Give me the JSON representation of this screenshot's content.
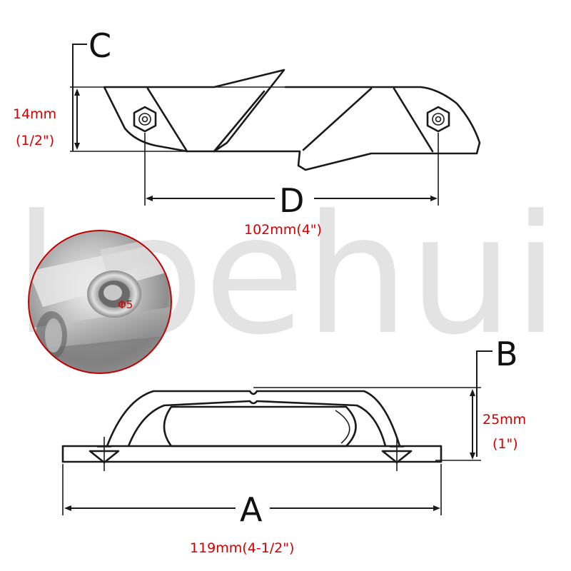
{
  "watermark": "koehui",
  "top_view": {
    "height_letter": "C",
    "height_mm": "14mm",
    "height_in": "(1/2\")",
    "length_letter": "D",
    "length_label": "102mm(4\")"
  },
  "side_view": {
    "height_letter": "B",
    "height_mm": "25mm",
    "height_in": "(1\")",
    "length_letter": "A",
    "length_label": "119mm(4-1/2\")"
  },
  "detail": {
    "hole_label": "Φ5"
  },
  "colors": {
    "label_red": "#d40000",
    "line": "#1a1a1a",
    "watermark": "#cccccc"
  }
}
